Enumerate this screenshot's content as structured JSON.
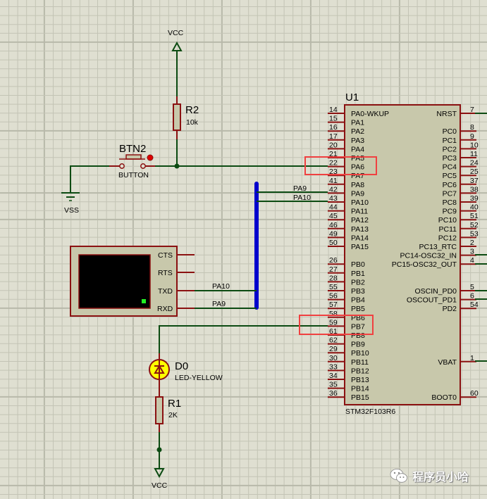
{
  "schematic": {
    "colors": {
      "background": "#dfdfd1",
      "grid_minor": "#c3c4b5",
      "grid_major": "#b8b9aa",
      "wire": "#0c4b12",
      "pin": "#8b1111",
      "body_fill": "#c8c8ab",
      "bus": "#0000cc",
      "highlight": "#f04040",
      "led_fill": "#ffff00"
    },
    "power": {
      "vcc_top": "VCC",
      "vss": "VSS",
      "vcc_bottom": "VCC"
    },
    "r2": {
      "ref": "R2",
      "value": "10k"
    },
    "btn2": {
      "ref": "BTN2",
      "value": "BUTTON"
    },
    "r1": {
      "ref": "R1",
      "value": "2K"
    },
    "d0": {
      "ref": "D0",
      "value": "LED-YELLOW"
    },
    "terminal": {
      "pins": [
        "CTS",
        "RTS",
        "TXD",
        "RXD"
      ],
      "nets": {
        "txd": "PA10",
        "rxd": "PA9"
      }
    },
    "bus_nets": {
      "top": "PA9",
      "bottom": "PA10"
    },
    "mcu": {
      "ref": "U1",
      "part": "STM32F103R6",
      "left_pins": [
        {
          "num": "14",
          "name": "PA0-WKUP"
        },
        {
          "num": "15",
          "name": "PA1"
        },
        {
          "num": "16",
          "name": "PA2"
        },
        {
          "num": "17",
          "name": "PA3"
        },
        {
          "num": "20",
          "name": "PA4"
        },
        {
          "num": "21",
          "name": "PA5"
        },
        {
          "num": "22",
          "name": "PA6"
        },
        {
          "num": "23",
          "name": "PA7"
        },
        {
          "num": "41",
          "name": "PA8"
        },
        {
          "num": "42",
          "name": "PA9"
        },
        {
          "num": "43",
          "name": "PA10"
        },
        {
          "num": "44",
          "name": "PA11"
        },
        {
          "num": "45",
          "name": "PA12"
        },
        {
          "num": "46",
          "name": "PA13"
        },
        {
          "num": "49",
          "name": "PA14"
        },
        {
          "num": "50",
          "name": "PA15"
        },
        {
          "num": "",
          "name": ""
        },
        {
          "num": "26",
          "name": "PB0"
        },
        {
          "num": "27",
          "name": "PB1"
        },
        {
          "num": "28",
          "name": "PB2"
        },
        {
          "num": "55",
          "name": "PB3"
        },
        {
          "num": "56",
          "name": "PB4"
        },
        {
          "num": "57",
          "name": "PB5"
        },
        {
          "num": "58",
          "name": "PB6"
        },
        {
          "num": "59",
          "name": "PB7"
        },
        {
          "num": "61",
          "name": "PB8"
        },
        {
          "num": "62",
          "name": "PB9"
        },
        {
          "num": "29",
          "name": "PB10"
        },
        {
          "num": "30",
          "name": "PB11"
        },
        {
          "num": "33",
          "name": "PB12"
        },
        {
          "num": "34",
          "name": "PB13"
        },
        {
          "num": "35",
          "name": "PB14"
        },
        {
          "num": "36",
          "name": "PB15"
        }
      ],
      "right_pins": [
        {
          "row": 0,
          "num": "7",
          "name": "NRST"
        },
        {
          "row": 2,
          "num": "8",
          "name": "PC0"
        },
        {
          "row": 3,
          "num": "9",
          "name": "PC1"
        },
        {
          "row": 4,
          "num": "10",
          "name": "PC2"
        },
        {
          "row": 5,
          "num": "11",
          "name": "PC3"
        },
        {
          "row": 6,
          "num": "24",
          "name": "PC4"
        },
        {
          "row": 7,
          "num": "25",
          "name": "PC5"
        },
        {
          "row": 8,
          "num": "37",
          "name": "PC6"
        },
        {
          "row": 9,
          "num": "38",
          "name": "PC7"
        },
        {
          "row": 10,
          "num": "39",
          "name": "PC8"
        },
        {
          "row": 11,
          "num": "40",
          "name": "PC9"
        },
        {
          "row": 12,
          "num": "51",
          "name": "PC10"
        },
        {
          "row": 13,
          "num": "52",
          "name": "PC11"
        },
        {
          "row": 14,
          "num": "53",
          "name": "PC12"
        },
        {
          "row": 15,
          "num": "2",
          "name": "PC13_RTC"
        },
        {
          "row": 16,
          "num": "3",
          "name": "PC14-OSC32_IN"
        },
        {
          "row": 17,
          "num": "4",
          "name": "PC15-OSC32_OUT"
        },
        {
          "row": 20,
          "num": "5",
          "name": "OSCIN_PD0"
        },
        {
          "row": 21,
          "num": "6",
          "name": "OSCOUT_PD1"
        },
        {
          "row": 22,
          "num": "54",
          "name": "PD2"
        },
        {
          "row": 28,
          "num": "1",
          "name": "VBAT"
        },
        {
          "row": 32,
          "num": "60",
          "name": "BOOT0"
        }
      ]
    },
    "highlights": [
      "PA6",
      "PB7"
    ],
    "watermark": "程序员小哈"
  }
}
